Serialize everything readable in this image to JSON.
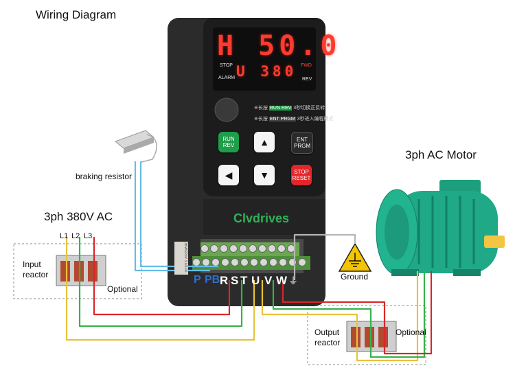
{
  "title": "Wiring Diagram",
  "labels": {
    "motor": "3ph AC Motor",
    "supply": "3ph 380V AC",
    "braking_resistor": "braking resistor",
    "ground": "Ground",
    "optional_input": "Optional",
    "optional_output": "Optional",
    "input_reactor": [
      "Input",
      "reactor"
    ],
    "output_reactor": [
      "Output",
      "reactor"
    ],
    "phases": [
      "L1",
      "L2",
      "L3"
    ]
  },
  "terminals": [
    {
      "id": "P",
      "label": "P",
      "color": "#2d6fd6"
    },
    {
      "id": "PB",
      "label": "PB",
      "color": "#2d6fd6"
    },
    {
      "id": "R",
      "label": "R",
      "color": "#ffffff"
    },
    {
      "id": "S",
      "label": "S",
      "color": "#ffffff"
    },
    {
      "id": "T",
      "label": "T",
      "color": "#ffffff"
    },
    {
      "id": "U",
      "label": "U",
      "color": "#ffffff"
    },
    {
      "id": "V",
      "label": "V",
      "color": "#ffffff"
    },
    {
      "id": "W",
      "label": "W",
      "color": "#ffffff"
    }
  ],
  "panel": {
    "main_display": "H 50.0",
    "sub_display": "U 380",
    "indicators": {
      "stop": "STOP",
      "alarm": "ALARM",
      "fwd": "FWD",
      "rev": "REV"
    },
    "hint_lines": [
      {
        "prefix": "※长按",
        "key": "RUN REV",
        "text": "3秒切换正反转"
      },
      {
        "prefix": "※长按",
        "key": "ENT PRGM",
        "text": "3秒进入编程模式"
      }
    ],
    "keys": {
      "run_rev": [
        "RUN",
        "REV"
      ],
      "up": "▲",
      "ent_prgm": [
        "ENT",
        "PRGM"
      ],
      "left": "◀",
      "down": "▼",
      "stop_reset": [
        "STOP",
        "RESET"
      ]
    },
    "brand": "Clvdrives",
    "rating_label": "3KW/220V 3.1/6.00"
  },
  "wire_colors": {
    "l1": "#e8c33a",
    "l2": "#36b24a",
    "l3": "#d9262a",
    "brake": "#62bde8",
    "ground": "#b5b5b5"
  },
  "icons": [
    "ground-warning-icon",
    "chevron-up-icon",
    "chevron-left-icon",
    "chevron-down-icon",
    "ground-terminal-icon"
  ]
}
